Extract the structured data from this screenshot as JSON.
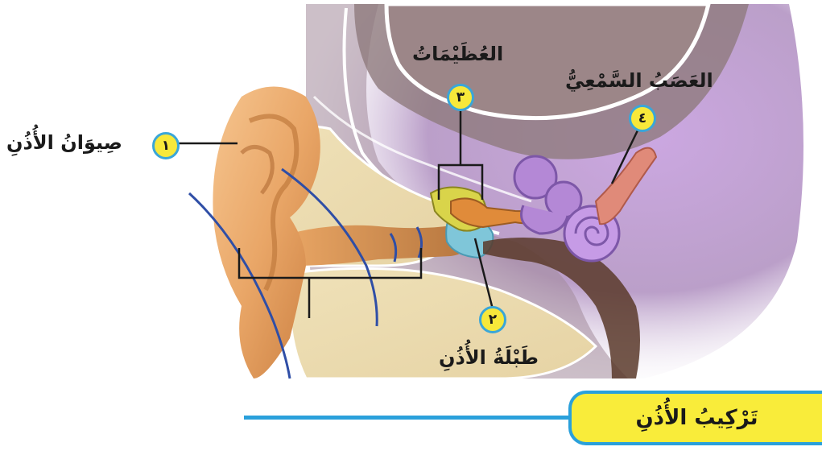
{
  "title": "تَرْكِيبُ الأُذُنِ",
  "labels": [
    {
      "number": "١",
      "text": "صِيوَانُ الأُذُنِ"
    },
    {
      "number": "٢",
      "text": "طَبْلَةُ الأُذُنِ"
    },
    {
      "number": "٣",
      "text": "العُظَيْمَاتُ"
    },
    {
      "number": "٤",
      "text": "العَصَبُ السَّمْعِيُّ"
    }
  ],
  "colors": {
    "badge_fill": "#f7e83a",
    "badge_border": "#3aa6d8",
    "title_fill": "#f9ec3a",
    "title_border": "#2aa0db"
  }
}
